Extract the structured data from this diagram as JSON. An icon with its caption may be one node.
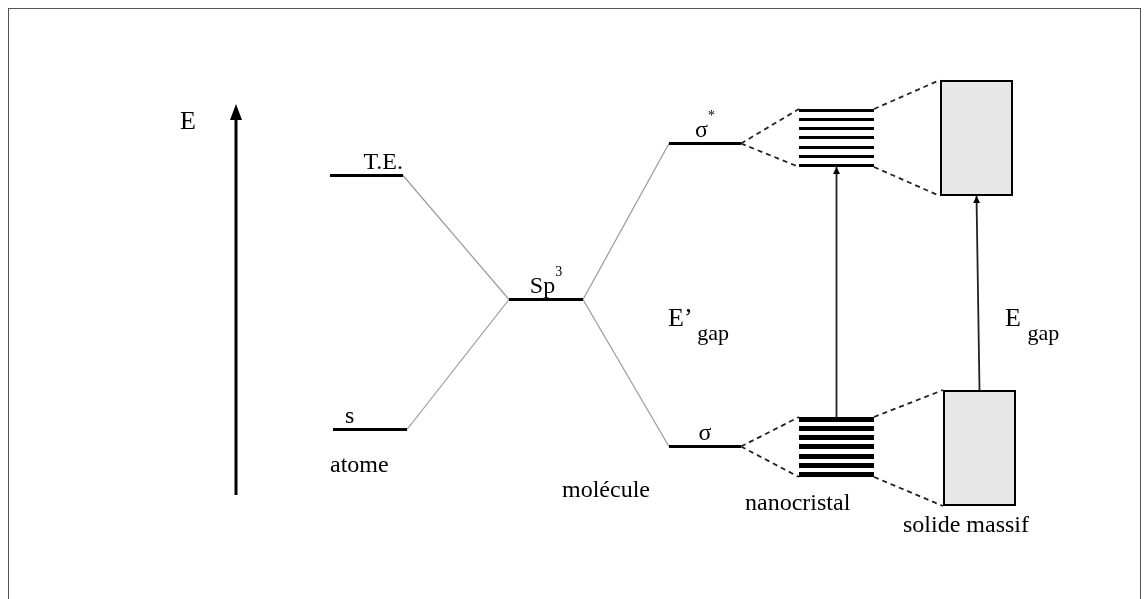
{
  "diagram": {
    "nodes": [
      {
        "text": [
          "T.E."
        ]
      },
      {
        "text": [
          "s"
        ]
      },
      {
        "text": [
          "Sp$^{3}$"
        ]
      },
      {
        "text": [
          "σ$^{*}$"
        ]
      },
      {
        "text": [
          "σ"
        ]
      },
      {
        "text": [],
        "shape": "bar"
      },
      {
        "text": [],
        "shape": "bar"
      },
      {
        "text": [],
        "shape": "box"
      },
      {
        "text": [],
        "shape": "box"
      }
    ],
    "edges": [
      {
        "from": 0,
        "to": 2,
        "arrow": "none",
        "color": "#999999"
      },
      {
        "from": 1,
        "to": 2,
        "arrow": "none",
        "color": "#999999"
      },
      {
        "from": 2,
        "to": 3,
        "arrow": "none",
        "color": "#999999"
      },
      {
        "from": 2,
        "to": 4,
        "arrow": "none",
        "color": "#999999"
      },
      {
        "from": 3,
        "to": 5,
        "arrow": "none",
        "style": "dashed"
      },
      {
        "from": 3,
        "to": 5,
        "arrow": "none",
        "style": "dashed"
      },
      {
        "from": 5,
        "to": 7,
        "arrow": "none",
        "style": "dashed"
      },
      {
        "from": 5,
        "to": 7,
        "arrow": "none",
        "style": "dashed"
      },
      {
        "from": 4,
        "to": 6,
        "arrow": "none",
        "style": "dashed"
      },
      {
        "from": 4,
        "to": 6,
        "arrow": "none",
        "style": "dashed"
      },
      {
        "from": 6,
        "to": 8,
        "arrow": "none",
        "style": "dashed"
      },
      {
        "from": 6,
        "to": 8,
        "arrow": "none",
        "style": "dashed"
      },
      {
        "from": 6,
        "to": 5,
        "arrow": "to"
      },
      {
        "from": 8,
        "to": 7,
        "arrow": "to"
      }
    ],
    "labels": [
      "E",
      "E’ $_{gap}$",
      "E $_{gap}$",
      "atome",
      "molécule",
      "nanocristal",
      "solide massif"
    ]
  }
}
